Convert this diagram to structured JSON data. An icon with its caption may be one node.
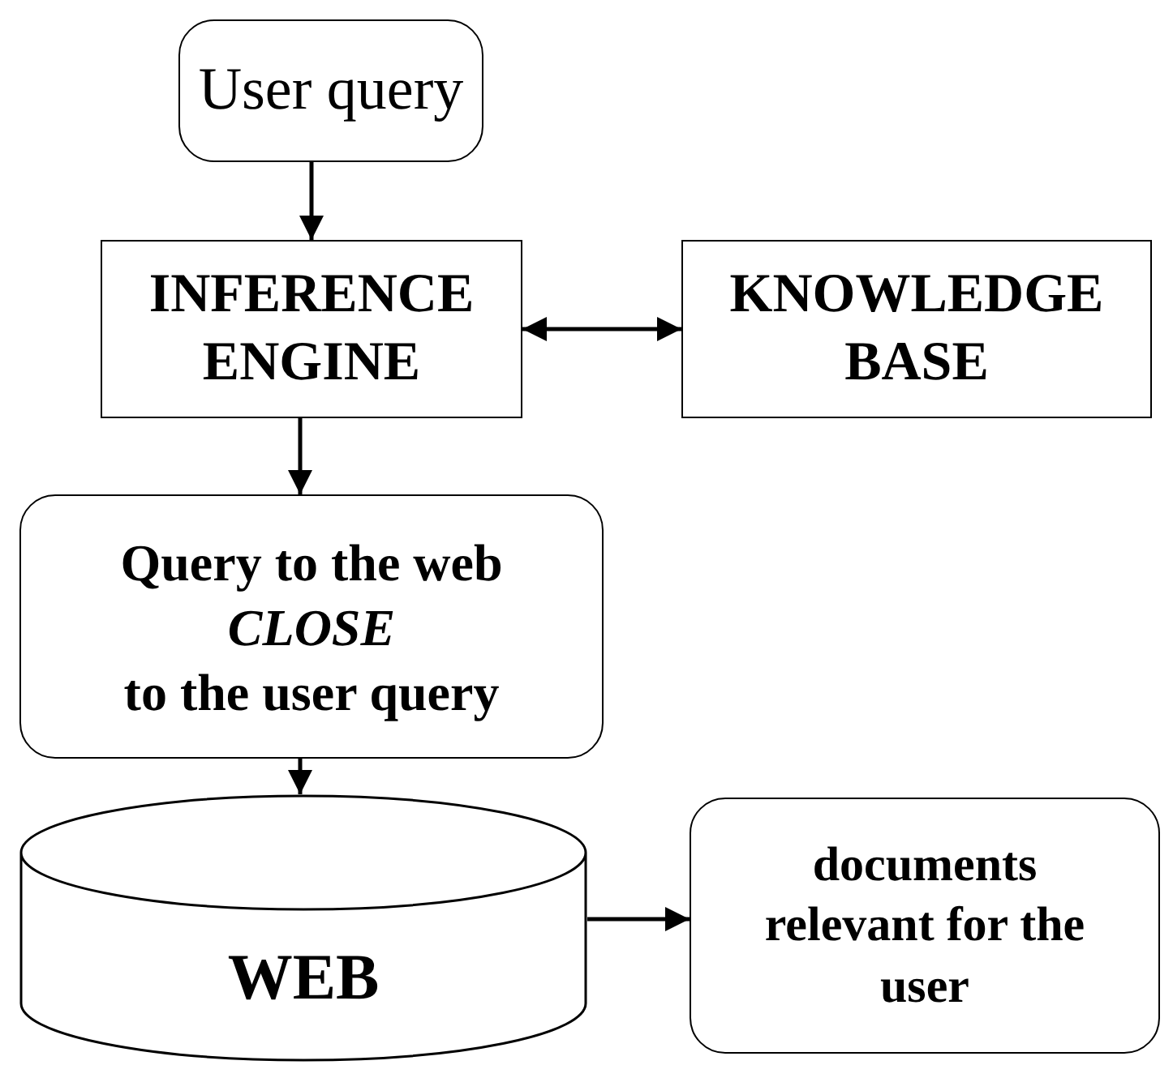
{
  "diagram": {
    "nodes": [
      {
        "text": [
          "User query"
        ]
      },
      {
        "text": [
          "INFERENCE ENGINE"
        ]
      },
      {
        "text": [
          "KNOWLEDGE BASE"
        ]
      },
      {
        "text": [
          "Query to the web *CLOSE* to the user query"
        ]
      },
      {
        "text": [
          "WEB"
        ]
      },
      {
        "text": [
          "documents relevant for the user"
        ]
      }
    ],
    "edges": [
      {
        "from": 0,
        "to": 1,
        "arrow": "to"
      },
      {
        "from": 1,
        "to": 2,
        "arrow": "both"
      },
      {
        "from": 1,
        "to": 3,
        "arrow": "to"
      },
      {
        "from": 3,
        "to": 4,
        "arrow": "to"
      },
      {
        "from": 4,
        "to": 5,
        "arrow": "to"
      }
    ]
  }
}
